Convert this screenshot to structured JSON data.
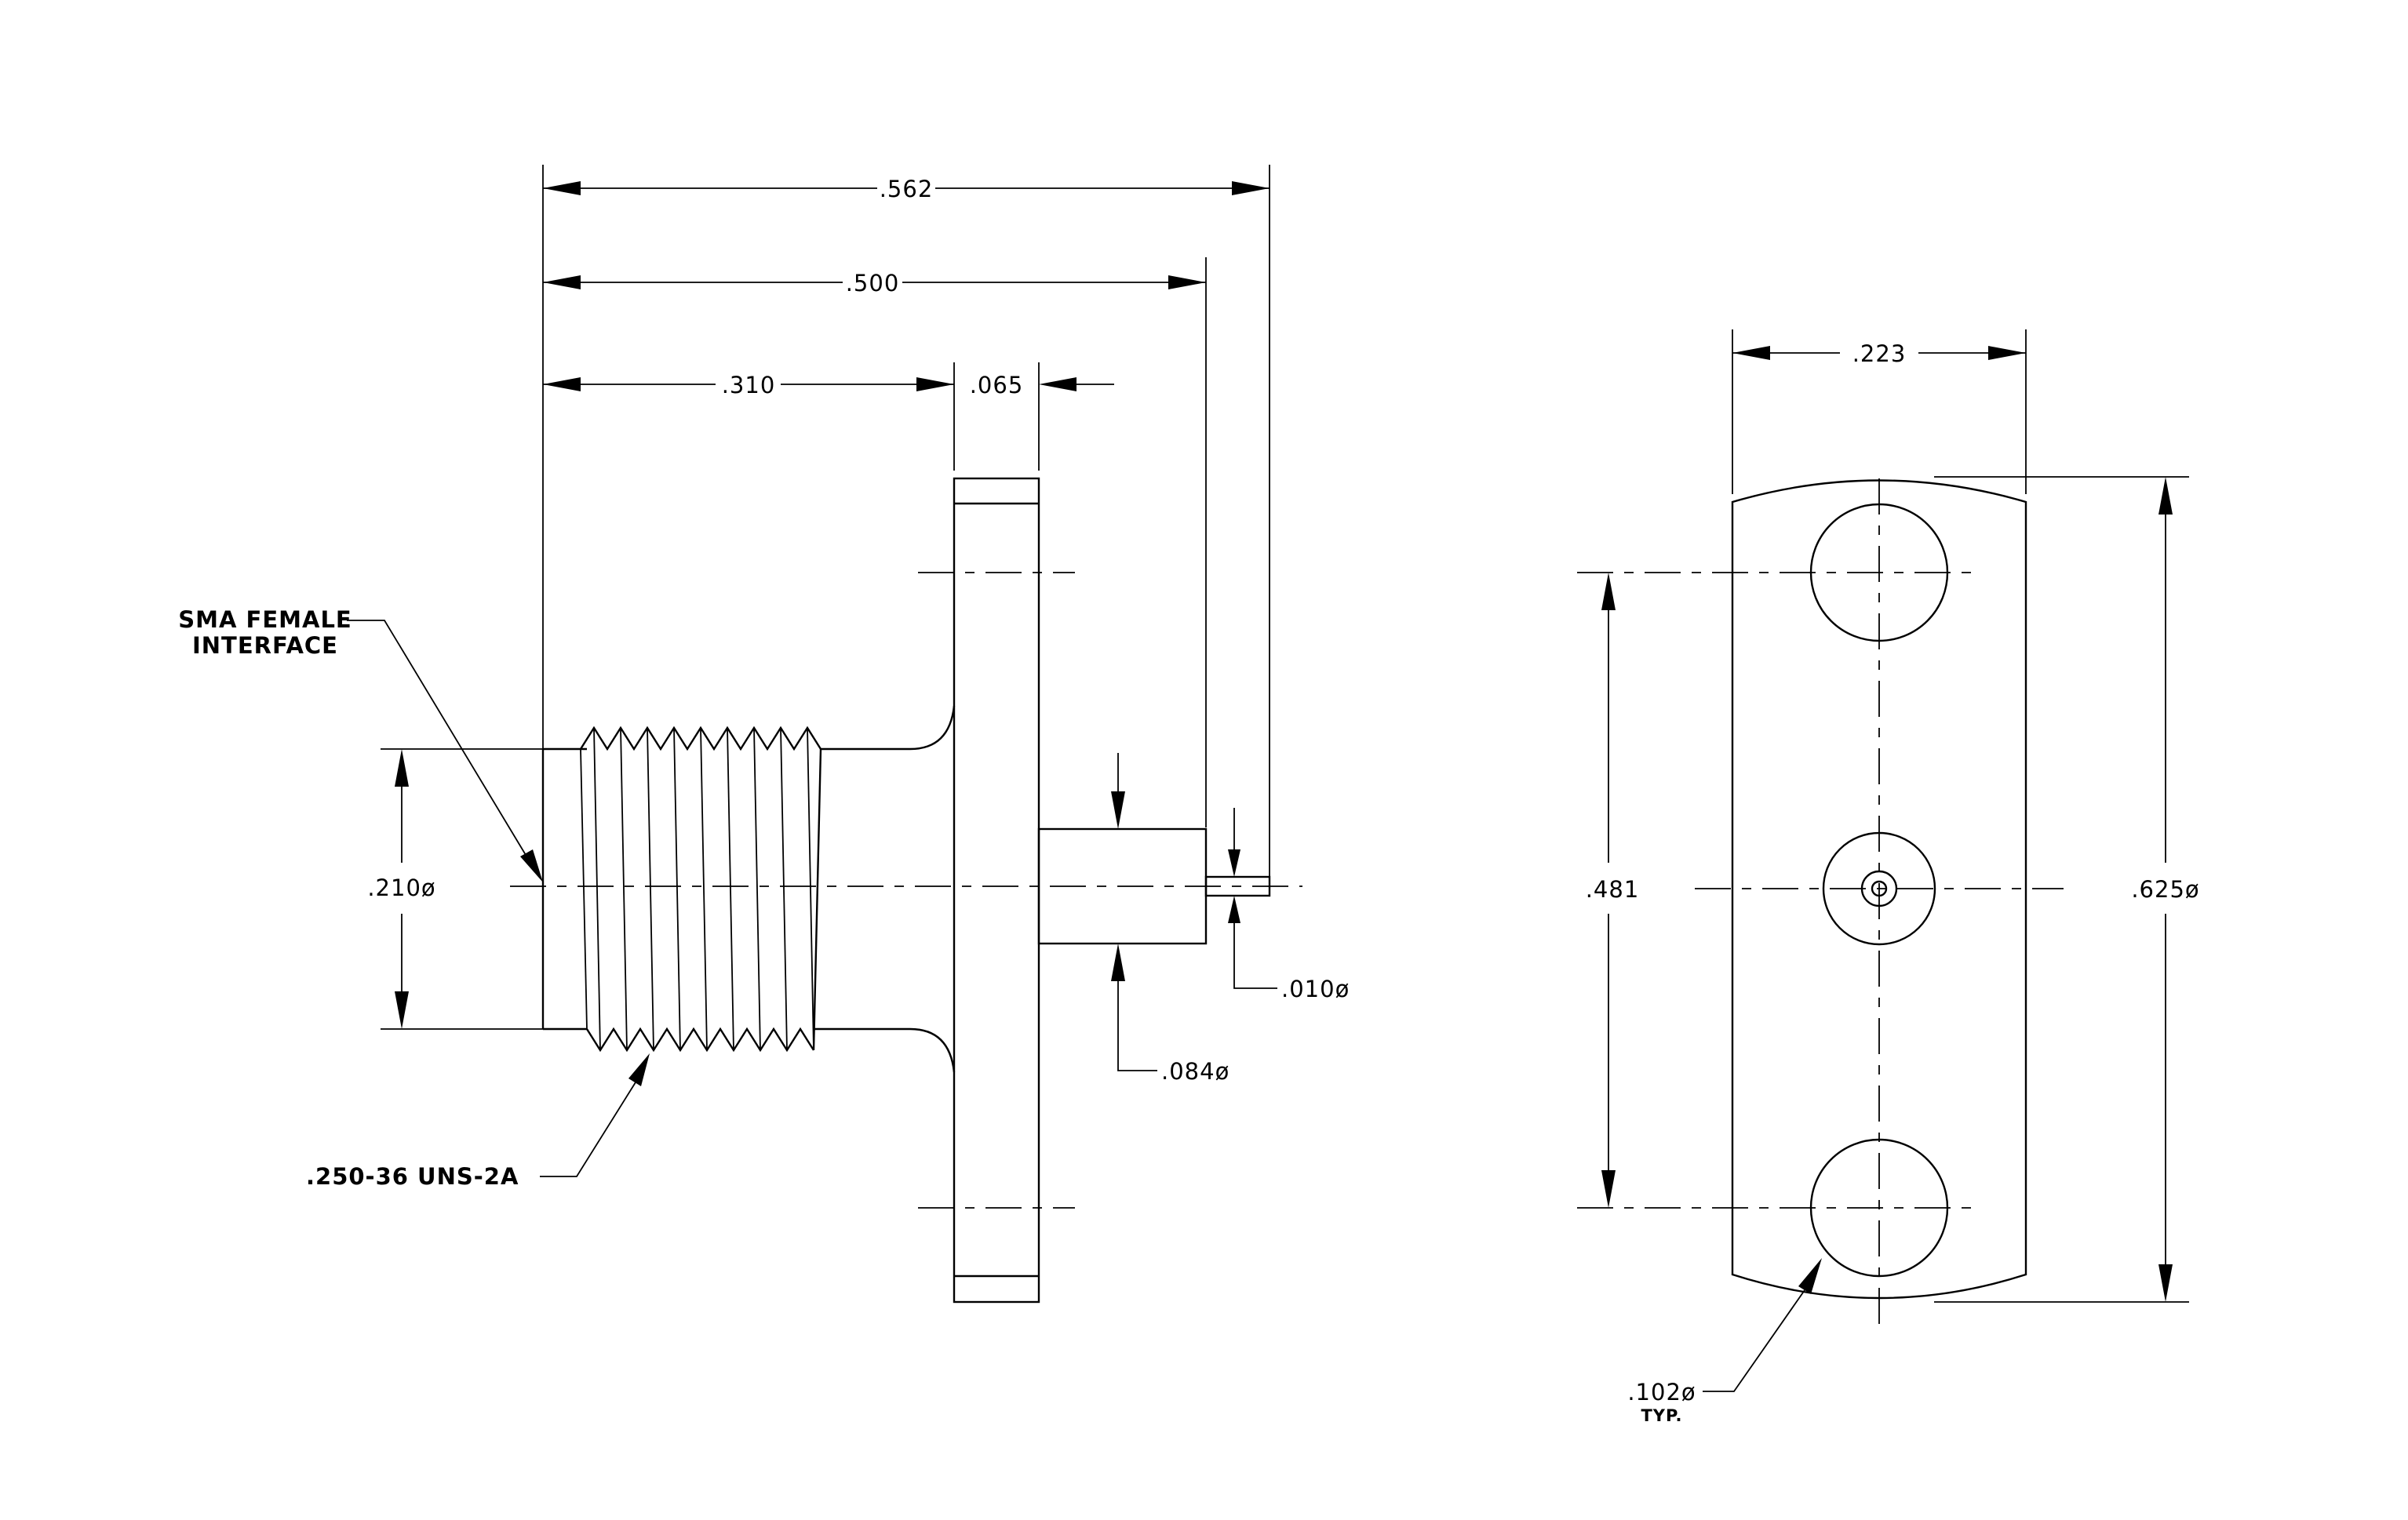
{
  "dimensions": {
    "overall_length": ".562",
    "body_length": ".500",
    "thread_length": ".310",
    "flange_thickness": ".065",
    "thread_diameter": ".210ø",
    "dielectric_diameter": ".084ø",
    "pin_diameter": ".010ø",
    "flange_width": ".223",
    "hole_spacing": ".481",
    "flange_height": ".625ø",
    "hole_diameter": ".102ø",
    "hole_diameter_note": "TYP."
  },
  "callouts": {
    "interface_line1": "SMA FEMALE",
    "interface_line2": "INTERFACE",
    "thread_spec": ".250-36 UNS-2A"
  }
}
